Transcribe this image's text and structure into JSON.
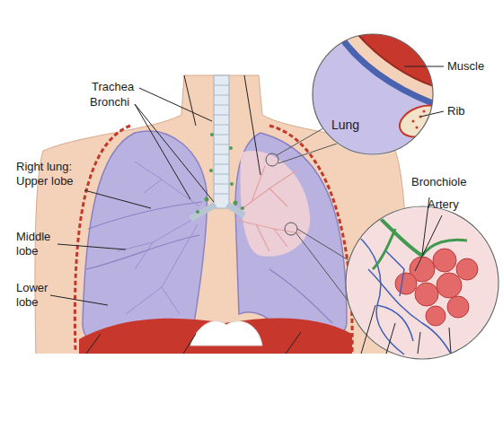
{
  "diagram": {
    "nodes": [
      {
        "text": [
          "Lung"
        ]
      }
    ],
    "labels": [
      "Trachea",
      "Bronchi",
      "Right lung: Upper lobe",
      "Middle lobe",
      "Lower lobe",
      "Muscle",
      "Rib",
      "Bronchiole",
      "Artery"
    ]
  }
}
